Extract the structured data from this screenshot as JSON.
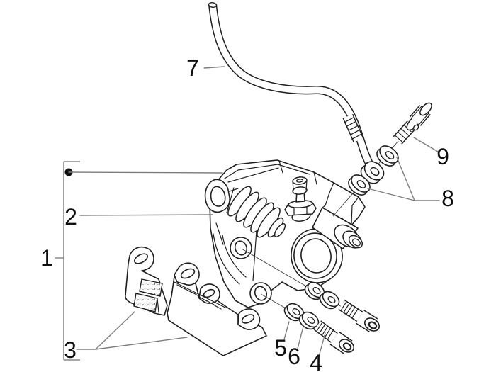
{
  "figure": {
    "kind": "exploded-parts-line-drawing",
    "subject": "brake-caliper-assembly",
    "background_color": "#ffffff",
    "line_color": "#1f1f1f",
    "leader_line_color": "#7d7d7d",
    "label_color": "#0f0f0f"
  },
  "callouts": [
    {
      "label": "1",
      "name": "callout-1-complete-assembly"
    },
    {
      "label": "2",
      "name": "callout-2-caliper-body"
    },
    {
      "label": "3",
      "name": "callout-3-pads-and-bracket"
    },
    {
      "label": "4",
      "name": "callout-4-mounting-bolt"
    },
    {
      "label": "5",
      "name": "callout-5-washer"
    },
    {
      "label": "6",
      "name": "callout-6-washer"
    },
    {
      "label": "7",
      "name": "callout-7-brake-hose"
    },
    {
      "label": "8",
      "name": "callout-8-sealing-washers"
    },
    {
      "label": "9",
      "name": "callout-9-banjo-bolt"
    }
  ]
}
